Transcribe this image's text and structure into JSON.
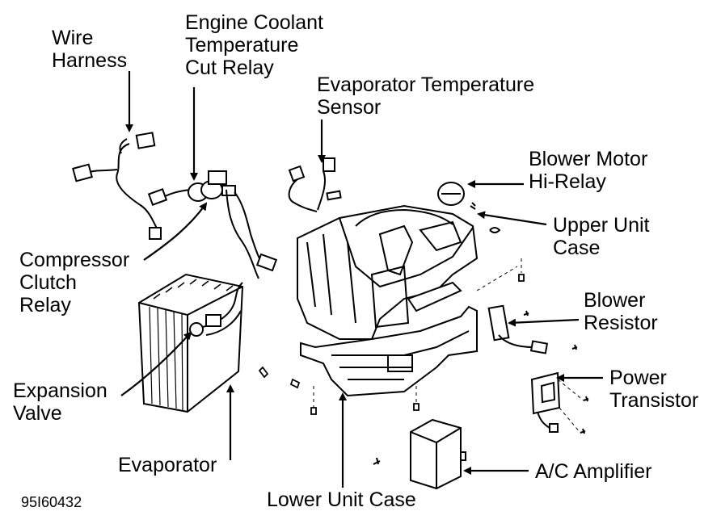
{
  "diagram": {
    "labels": {
      "wire_harness": [
        "Wire",
        "Harness"
      ],
      "engine_coolant": [
        "Engine Coolant",
        "Temperature",
        "Cut Relay"
      ],
      "evap_temp_sensor": [
        "Evaporator Temperature",
        "Sensor"
      ],
      "blower_motor_hi_relay": [
        "Blower Motor",
        "Hi-Relay"
      ],
      "upper_unit_case": [
        "Upper Unit",
        "Case"
      ],
      "compressor_clutch_relay": [
        "Compressor",
        "Clutch",
        "Relay"
      ],
      "blower_resistor": [
        "Blower",
        "Resistor"
      ],
      "power_transistor": [
        "Power",
        "Transistor"
      ],
      "expansion_valve": [
        "Expansion",
        "Valve"
      ],
      "evaporator": "Evaporator",
      "ac_amplifier": "A/C Amplifier",
      "lower_unit_case": "Lower Unit Case"
    },
    "figure_code": "95I60432"
  }
}
